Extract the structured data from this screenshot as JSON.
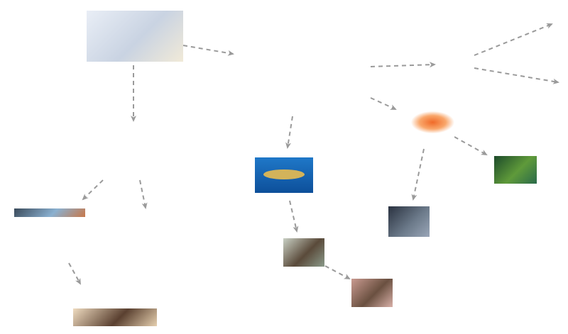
{
  "diagram": {
    "type": "food-web",
    "arrow_color": "#9a9a9a",
    "nodes": [
      {
        "id": "polar-bears",
        "icon": "polar-bears-photo",
        "colors": [
          "#e9eef6",
          "#c9d3e2",
          "#f1ead8"
        ]
      },
      {
        "id": "fish",
        "icon": "cod-fish-photo",
        "colors": [
          "#0d4f9a",
          "#1f78c8",
          "#d3b35a"
        ]
      },
      {
        "id": "shrimp",
        "icon": "shrimp-photo",
        "colors": [
          "#ffffff",
          "#f06a28",
          "#f9a66a"
        ]
      },
      {
        "id": "algae",
        "icon": "seaweed-photo",
        "colors": [
          "#1c4a2a",
          "#5f9a3a",
          "#2a6a4a"
        ]
      },
      {
        "id": "zooplankton",
        "icon": "krill-plankton-photo",
        "colors": [
          "#2a3240",
          "#6a7888",
          "#9aa6b8"
        ]
      },
      {
        "id": "crustacean",
        "icon": "crab-photo",
        "colors": [
          "#c9d0c4",
          "#5a4a3a",
          "#8a9a8a"
        ]
      },
      {
        "id": "clams",
        "icon": "clams-in-hands-photo",
        "colors": [
          "#c99a90",
          "#6a5040",
          "#d8b0a8"
        ]
      },
      {
        "id": "seabird-strip",
        "icon": "partial-photo",
        "colors": [
          "#3a4a5a",
          "#8ab0d0",
          "#c8784a"
        ]
      },
      {
        "id": "seal-strip",
        "icon": "partial-photo",
        "colors": [
          "#efdcc0",
          "#5a4030",
          "#e6d0b0"
        ]
      }
    ]
  }
}
